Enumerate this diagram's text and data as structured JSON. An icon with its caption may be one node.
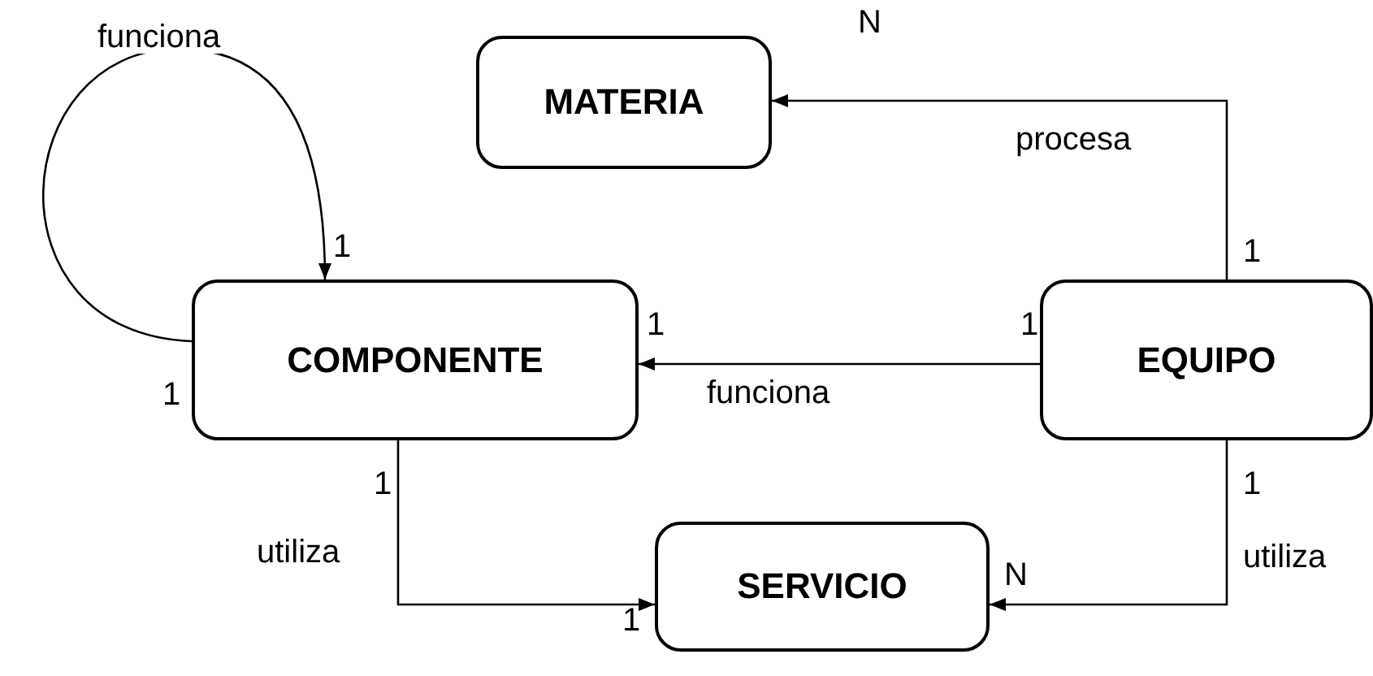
{
  "diagram": {
    "nodes": [
      {
        "text": [
          "MATERIA"
        ]
      },
      {
        "text": [
          "COMPONENTE"
        ]
      },
      {
        "text": [
          "EQUIPO"
        ]
      },
      {
        "text": [
          "SERVICIO"
        ]
      }
    ],
    "edges": [
      {
        "from": 2,
        "to": 0,
        "arrow": "to",
        "label": "procesa"
      },
      {
        "from": 2,
        "to": 1,
        "arrow": "to",
        "label": "funciona"
      },
      {
        "from": 1,
        "to": 1,
        "arrow": "to",
        "label": "funciona"
      },
      {
        "from": 1,
        "to": 3,
        "arrow": "to",
        "label": "utiliza"
      },
      {
        "from": 2,
        "to": 3,
        "arrow": "to",
        "label": "utiliza"
      }
    ],
    "labels": [
      "N",
      "1",
      "1",
      "1",
      "1",
      "1",
      "1",
      "1",
      "N",
      "1"
    ]
  }
}
